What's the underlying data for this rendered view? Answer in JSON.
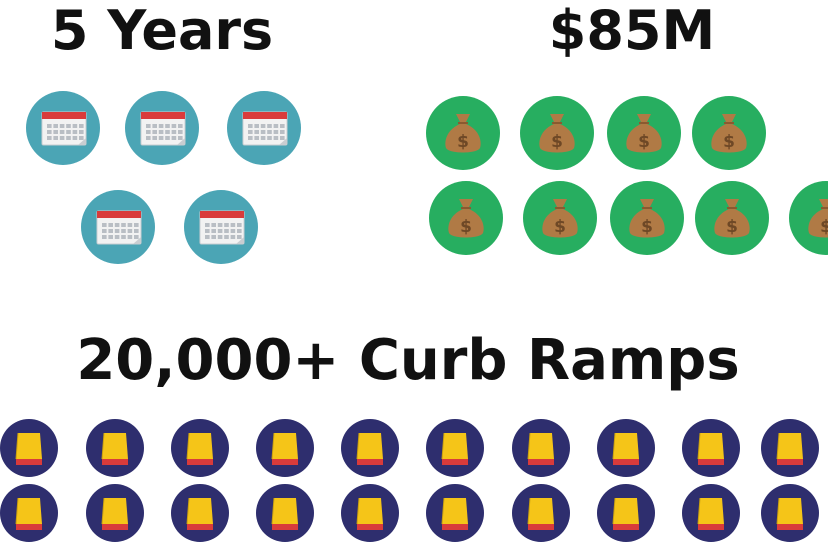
{
  "sections": {
    "years": {
      "heading": "5 Years",
      "icon": "calendar-icon",
      "count": 5,
      "color": "#4ba5b5"
    },
    "budget": {
      "heading": "$85M",
      "icon": "money-bag-icon",
      "count": 9,
      "color": "#27ae60"
    },
    "ramps": {
      "heading": "20,000+ Curb Ramps",
      "icon": "curb-ramp-icon",
      "count": 20,
      "color": "#2e2e6e"
    }
  },
  "colors": {
    "calendar_circle": "#4ba5b5",
    "calendar_top": "#d93b3b",
    "money_circle": "#27ae60",
    "money_bag": "#b07a45",
    "ramp_circle": "#2e2e6e",
    "ramp_yellow": "#f5c518",
    "ramp_red": "#d93b3b"
  }
}
